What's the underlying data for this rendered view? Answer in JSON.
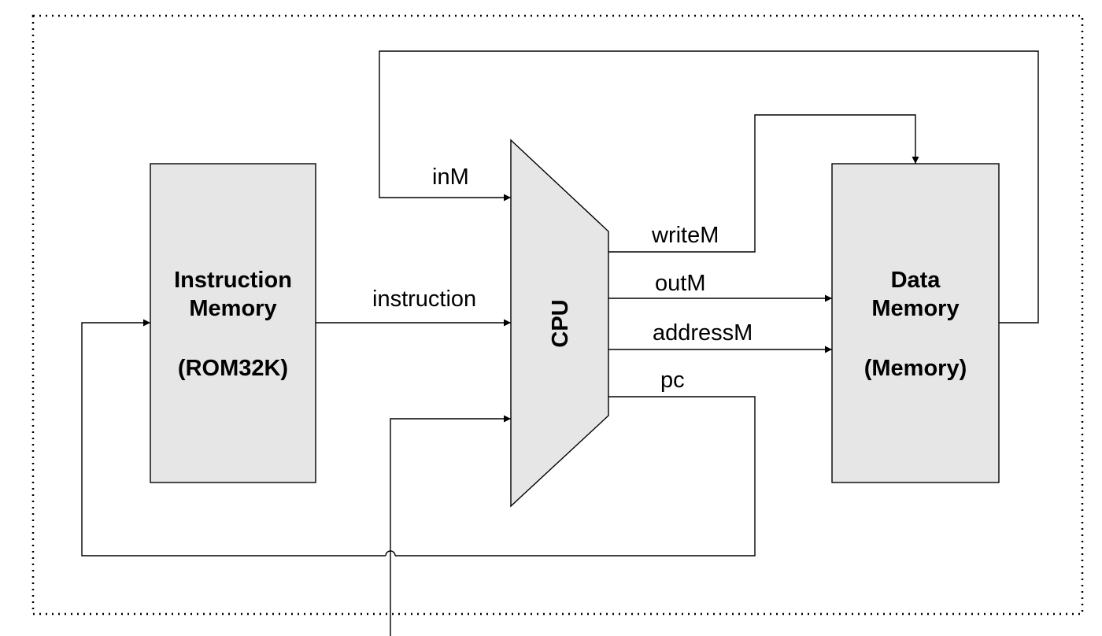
{
  "colors": {
    "block_fill": "#e6e6e6",
    "stroke": "#000000",
    "background": "#ffffff"
  },
  "blocks": {
    "instruction_memory": {
      "line1": "Instruction",
      "line2": "Memory",
      "line3": "(ROM32K)"
    },
    "cpu": {
      "label": "CPU"
    },
    "data_memory": {
      "line1": "Data",
      "line2": "Memory",
      "line3": "(Memory)"
    }
  },
  "signals": {
    "inM": "inM",
    "instruction": "instruction",
    "writeM": "writeM",
    "outM": "outM",
    "addressM": "addressM",
    "pc": "pc"
  }
}
